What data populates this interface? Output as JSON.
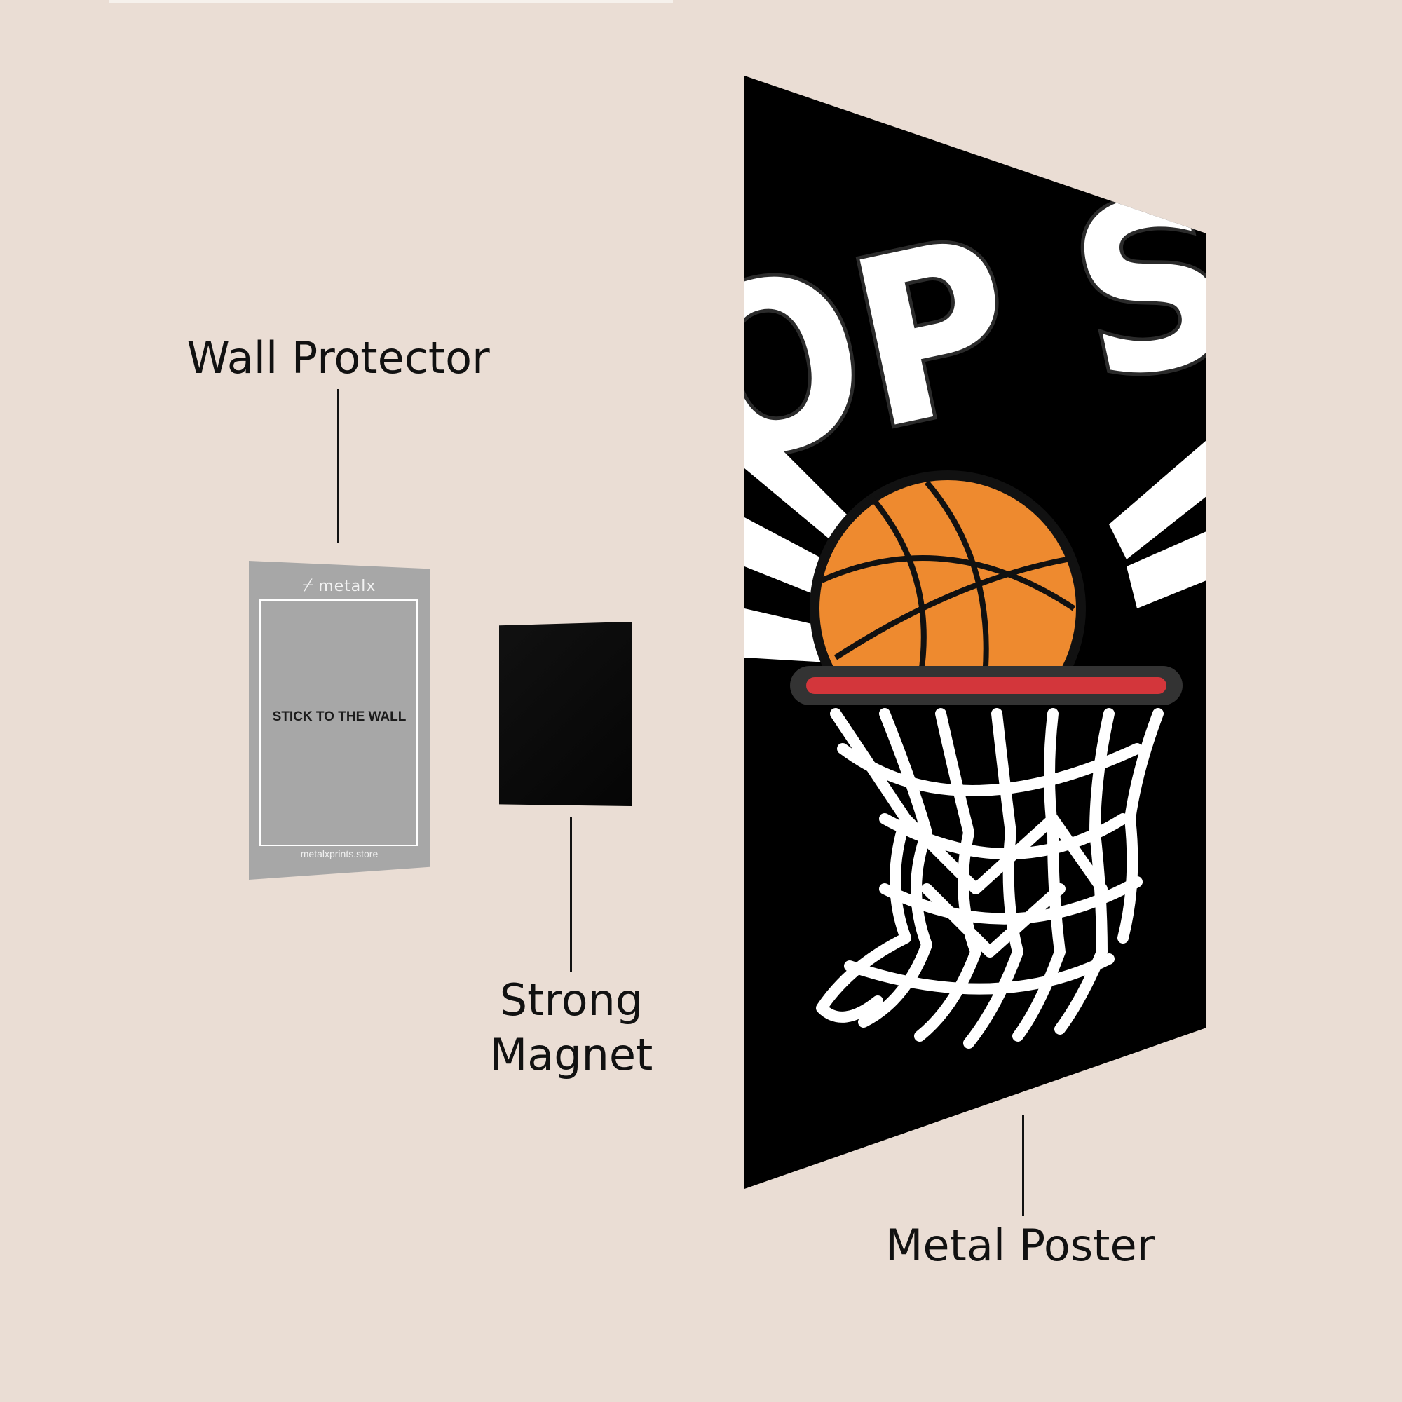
{
  "labels": {
    "wall_protector": "Wall Protector",
    "strong_magnet_line1": "Strong",
    "strong_magnet_line2": "Magnet",
    "metal_poster": "Metal Poster"
  },
  "protector": {
    "logo": "metalx",
    "logo_icon": "metalx-logo-icon",
    "instruction": "STICK TO THE WALL",
    "url": "metalxprints.store"
  },
  "poster": {
    "title_partial": "OP SHOO",
    "icons": [
      "basketball-icon",
      "hoop-rim-icon",
      "net-icon"
    ]
  },
  "colors": {
    "background": "#eaddd4",
    "protector_gray": "#a7a7a7",
    "poster_black": "#000000",
    "ball_orange": "#ee8a2f",
    "rim_red": "#d3363b"
  }
}
